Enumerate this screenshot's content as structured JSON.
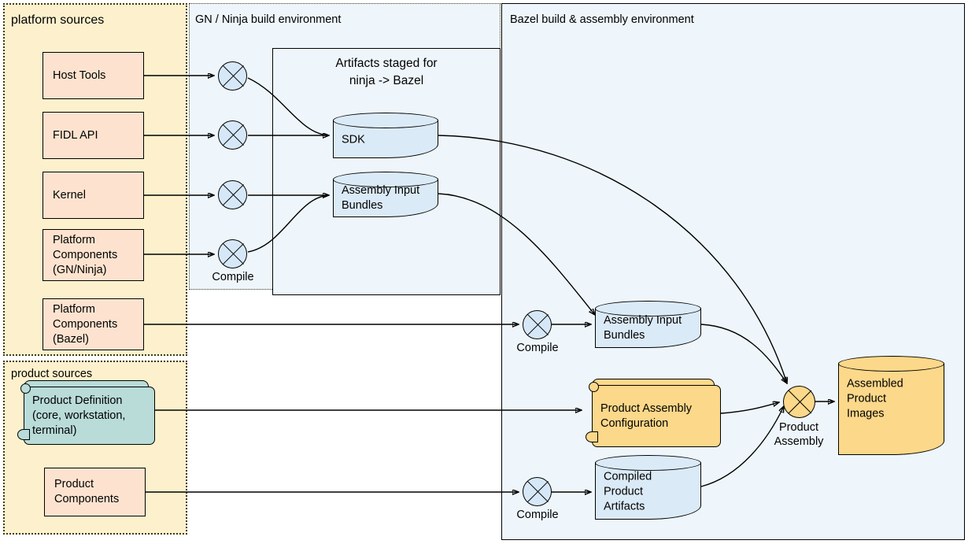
{
  "regions": {
    "platform_sources": {
      "label": "platform sources"
    },
    "product_sources": {
      "label": "product sources"
    },
    "gn_ninja": {
      "label": "GN / Ninja build environment"
    },
    "bazel_env": {
      "label": "Bazel build & assembly environment"
    },
    "artifacts": {
      "label_line1": "Artifacts staged for",
      "label_line2": "ninja -> Bazel"
    }
  },
  "platform_nodes": [
    {
      "label": "Host Tools"
    },
    {
      "label": "FIDL API"
    },
    {
      "label": "Kernel"
    },
    {
      "label": "Platform\nComponents\n(GN/Ninja)"
    },
    {
      "label": "Platform\nComponents\n(Bazel)"
    }
  ],
  "product_nodes": [
    {
      "label": "Product Definition\n(core, workstation,\nterminal)"
    },
    {
      "label": "Product\nComponents"
    }
  ],
  "gn_compile_nodes": [
    {
      "label": "",
      "icon": "compile-x-icon"
    },
    {
      "label": "",
      "icon": "compile-x-icon"
    },
    {
      "label": "",
      "icon": "compile-x-icon"
    },
    {
      "label": "Compile",
      "icon": "compile-x-icon"
    }
  ],
  "staged_artifacts": [
    {
      "label": "SDK"
    },
    {
      "label": "Assembly Input\nBundles"
    }
  ],
  "bazel_compile_nodes": [
    {
      "label": "Compile",
      "icon": "compile-x-icon"
    },
    {
      "label": "Compile",
      "icon": "compile-x-icon"
    }
  ],
  "bazel_artifacts": [
    {
      "label": "Assembly Input\nBundles",
      "kind": "cylinder-blue"
    },
    {
      "label": "Product Assembly\nConfiguration",
      "kind": "document-amber"
    },
    {
      "label": "Compiled\nProduct\nArtifacts",
      "kind": "cylinder-blue"
    }
  ],
  "assembly": {
    "node_label": "Product\nAssembly",
    "icon": "assembly-x-icon",
    "output_label": "Assembled\nProduct\nImages"
  },
  "colors": {
    "platform_fill": "#fdf1cd",
    "source_box_fill": "#fde3cf",
    "env_fill": "#eef6fb",
    "cylinder_blue": "#dbeaf7",
    "amber": "#fcd88a",
    "teal": "#b9dcd9",
    "stroke": "#000000"
  }
}
